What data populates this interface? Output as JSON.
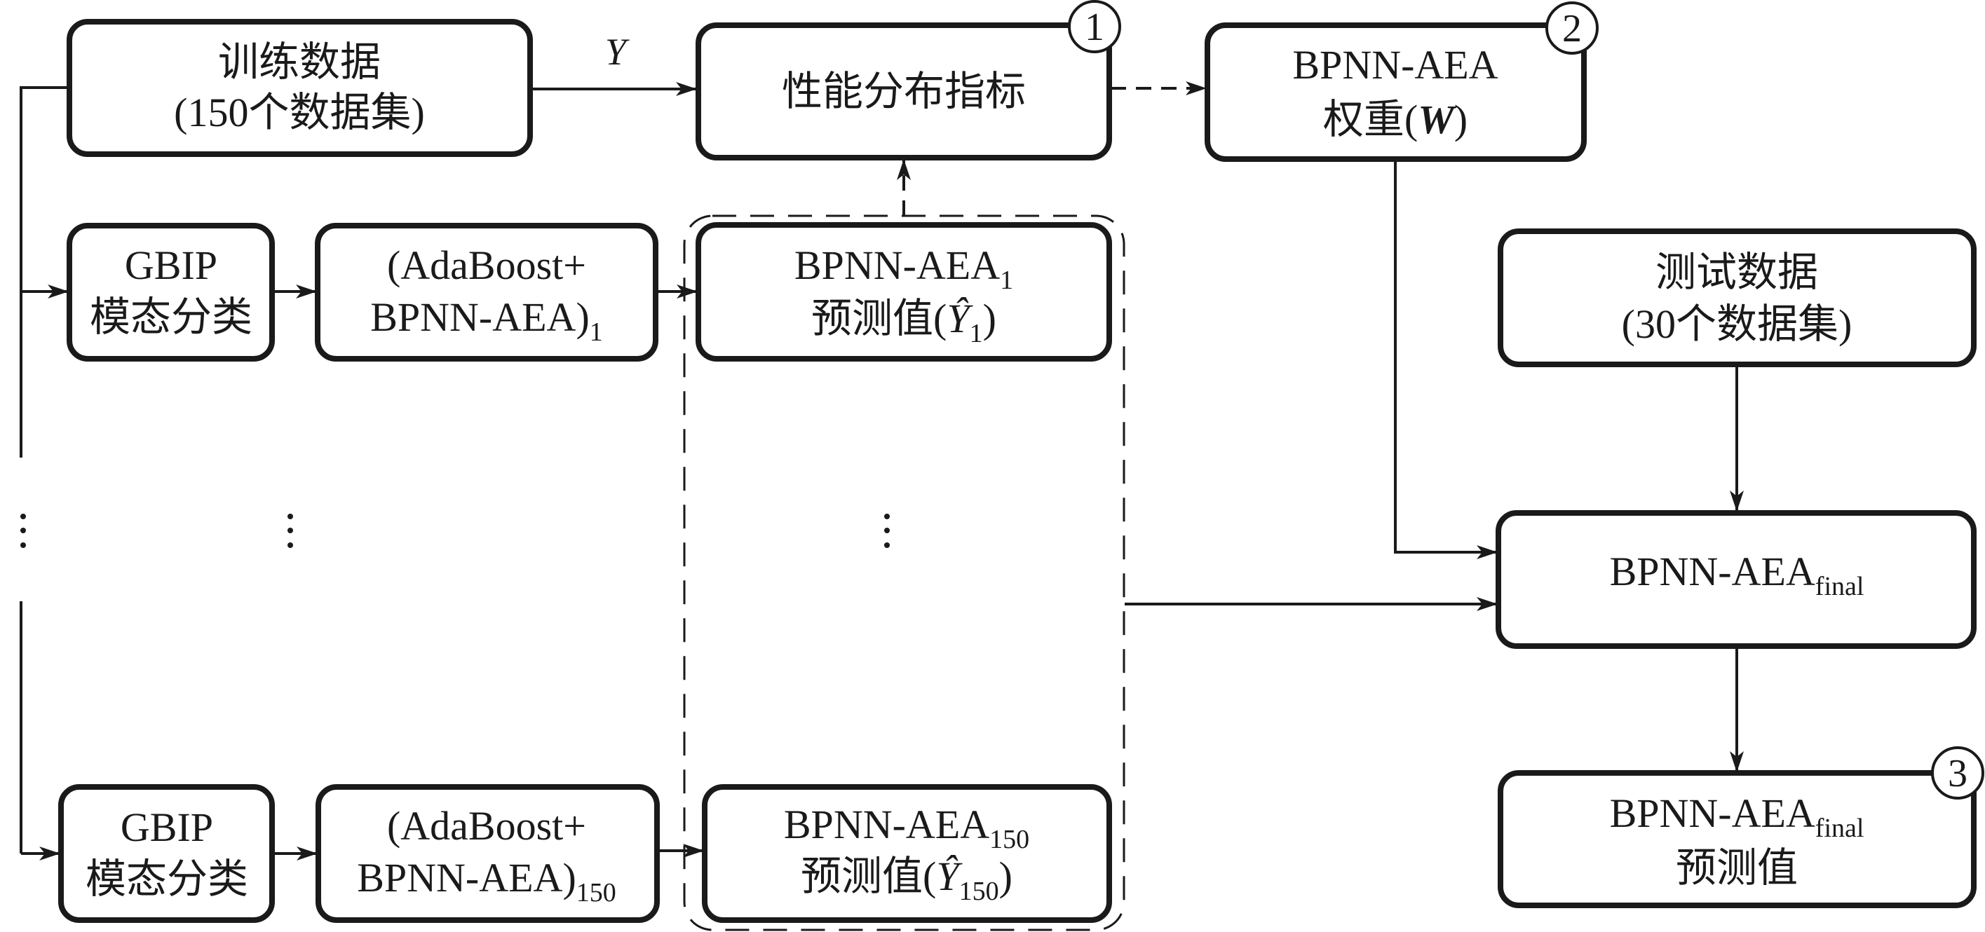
{
  "diagram": {
    "nodes": {
      "training_data": {
        "line1": "训练数据",
        "line2": "(150个数据集)"
      },
      "performance_index": {
        "line1": "性能分布指标",
        "badge": "1"
      },
      "weights": {
        "line1": "BPNN-AEA",
        "line2_prefix": "权重(",
        "line2_var": "W",
        "line2_suffix": ")",
        "badge": "2"
      },
      "gbip_1": {
        "line1": "GBIP",
        "line2": "模态分类"
      },
      "adaboost_1": {
        "line1": "(AdaBoost+",
        "line2": "BPNN-AEA)",
        "line2_sub": "1"
      },
      "bpnn_1": {
        "line1": "BPNN-AEA",
        "line1_sub": "1",
        "line2_prefix": "预测值(",
        "line2_var": "Ŷ",
        "line2_sub": "1",
        "line2_suffix": ")"
      },
      "gbip_150": {
        "line1": "GBIP",
        "line2": "模态分类"
      },
      "adaboost_150": {
        "line1": "(AdaBoost+",
        "line2": "BPNN-AEA)",
        "line2_sub": "150"
      },
      "bpnn_150": {
        "line1": "BPNN-AEA",
        "line1_sub": "150",
        "line2_prefix": "预测值(",
        "line2_var": "Ŷ",
        "line2_sub": "150",
        "line2_suffix": ")"
      },
      "test_data": {
        "line1": "测试数据",
        "line2": "(30个数据集)"
      },
      "final_model": {
        "line1": "BPNN-AEA",
        "line1_sub": "final"
      },
      "final_prediction": {
        "line1": "BPNN-AEA",
        "line1_sub": "final",
        "line2": "预测值",
        "badge": "3"
      }
    },
    "edge_labels": {
      "training_to_index": "Y"
    },
    "ellipsis": "⋮",
    "edges": [
      {
        "from": "training_data",
        "to": "performance_index",
        "style": "solid",
        "label": "Y"
      },
      {
        "from": "performance_index",
        "to": "weights",
        "style": "dashed"
      },
      {
        "from": "training_data",
        "to": "gbip_1",
        "style": "solid"
      },
      {
        "from": "training_data",
        "to": "gbip_150",
        "style": "solid"
      },
      {
        "from": "gbip_1",
        "to": "adaboost_1",
        "style": "solid"
      },
      {
        "from": "adaboost_1",
        "to": "bpnn_1",
        "style": "solid"
      },
      {
        "from": "gbip_150",
        "to": "adaboost_150",
        "style": "solid"
      },
      {
        "from": "adaboost_150",
        "to": "bpnn_150",
        "style": "solid"
      },
      {
        "from": "prediction_group",
        "to": "performance_index",
        "style": "dashed"
      },
      {
        "from": "prediction_group",
        "to": "final_model",
        "style": "solid"
      },
      {
        "from": "weights",
        "to": "final_model",
        "style": "solid"
      },
      {
        "from": "test_data",
        "to": "final_model",
        "style": "solid"
      },
      {
        "from": "final_model",
        "to": "final_prediction",
        "style": "solid"
      }
    ]
  }
}
